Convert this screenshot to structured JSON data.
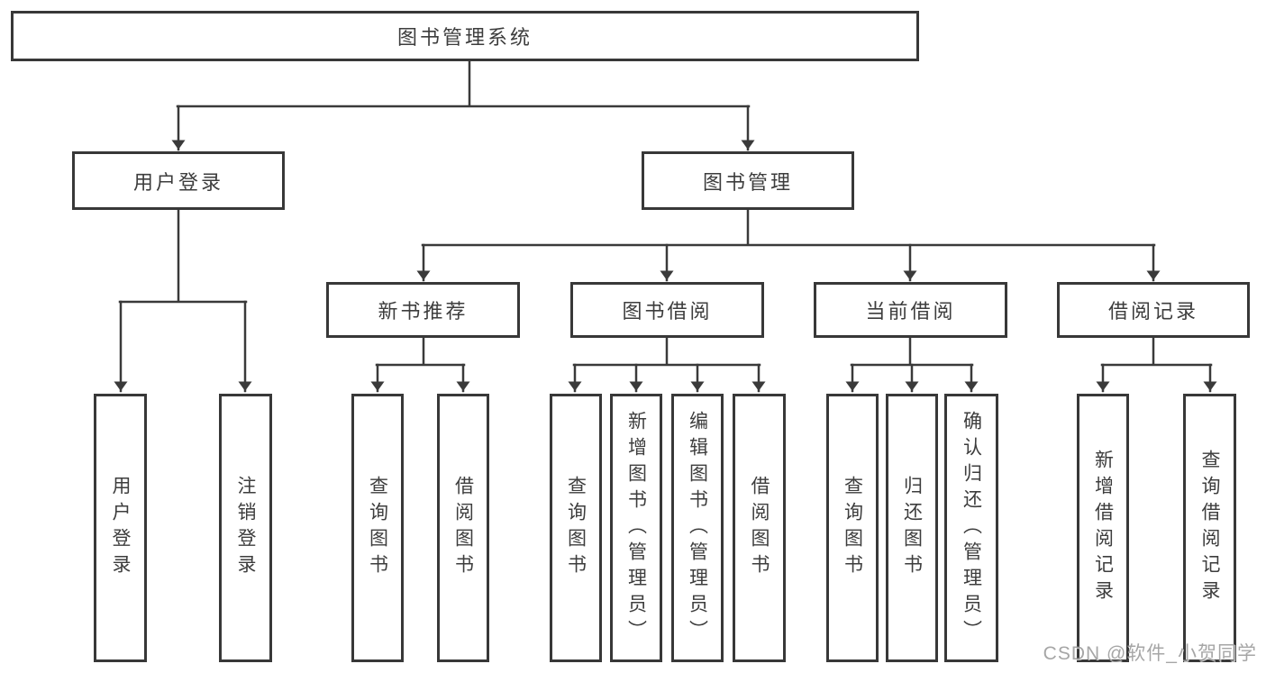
{
  "tree": {
    "root": {
      "label": "图书管理系统",
      "children": [
        {
          "label": "用户登录",
          "children": [
            {
              "label": "用户登录"
            },
            {
              "label": "注销登录"
            }
          ]
        },
        {
          "label": "图书管理",
          "children": [
            {
              "label": "新书推荐",
              "children": [
                {
                  "label": "查询图书"
                },
                {
                  "label": "借阅图书"
                }
              ]
            },
            {
              "label": "图书借阅",
              "children": [
                {
                  "label": "查询图书"
                },
                {
                  "label": "新增图书（管理员）"
                },
                {
                  "label": "编辑图书（管理员）"
                },
                {
                  "label": "借阅图书"
                }
              ]
            },
            {
              "label": "当前借阅",
              "children": [
                {
                  "label": "查询图书"
                },
                {
                  "label": "归还图书"
                },
                {
                  "label": "确认归还（管理员）"
                }
              ]
            },
            {
              "label": "借阅记录",
              "children": [
                {
                  "label": "新增借阅记录"
                },
                {
                  "label": "查询借阅记录"
                }
              ]
            }
          ]
        }
      ]
    }
  },
  "watermark": {
    "text": "CSDN @软件_小贺同学"
  },
  "colors": {
    "line": "#3a3a3a",
    "border": "#383838",
    "text": "#3d3d3d",
    "background": "#ffffff",
    "watermark": "#969696"
  }
}
